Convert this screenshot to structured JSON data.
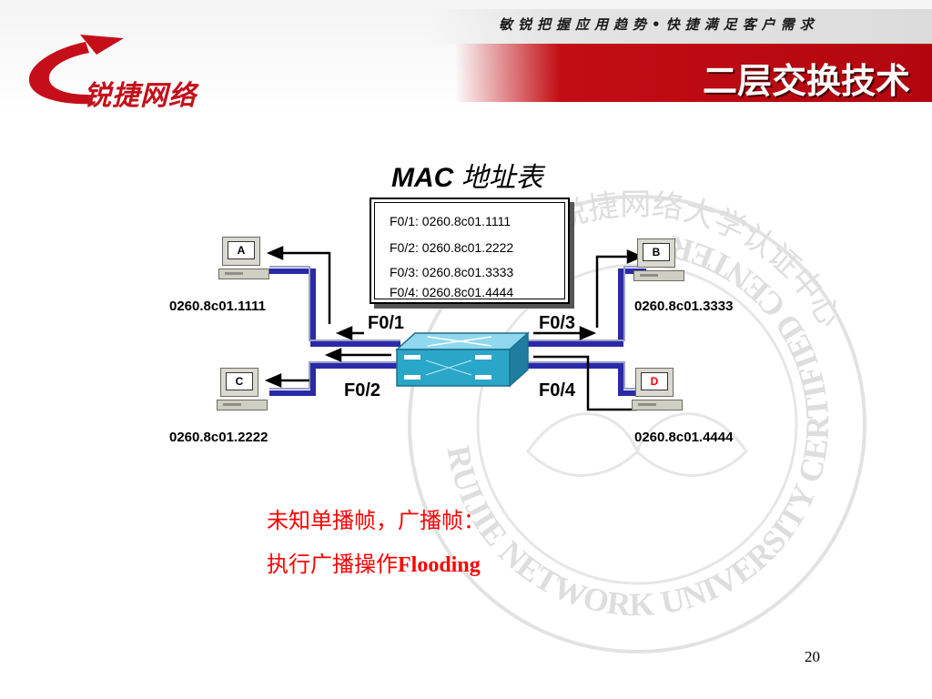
{
  "header": {
    "slogan": "敏锐把握应用趋势•快捷满足客户需求",
    "title": "二层交换技术",
    "logo_text": "锐捷网络"
  },
  "watermark": {
    "text_top": "锐捷网络大学认证中心",
    "text_right": "RUIJIE NETWORK UNIVERSITY CERTIFIED CENTER"
  },
  "diagram": {
    "title_latin": "MAC",
    "title_cjk": "地址表",
    "mac_table": [
      "F0/1:  0260.8c01.1111",
      "F0/2:  0260.8c01.2222",
      "F0/3:  0260.8c01.3333",
      "F0/4:  0260.8c01.4444"
    ],
    "hosts": [
      {
        "label": "A",
        "mac": "0260.8c01.1111"
      },
      {
        "label": "B",
        "mac": "0260.8c01.3333"
      },
      {
        "label": "C",
        "mac": "0260.8c01.2222"
      },
      {
        "label": "D",
        "mac": "0260.8c01.4444"
      }
    ],
    "ports": [
      "F0/1",
      "F0/3",
      "F0/2",
      "F0/4"
    ],
    "colors": {
      "link": "#2a2aa8",
      "arrow": "#000000",
      "highlight_label": "#ff0000",
      "switch": "#2aa6c8"
    }
  },
  "note": {
    "line1": "未知单播帧，广播帧：",
    "line2_cjk": "执行广播操作",
    "line2_latin": "Flooding"
  },
  "page_number": "20"
}
